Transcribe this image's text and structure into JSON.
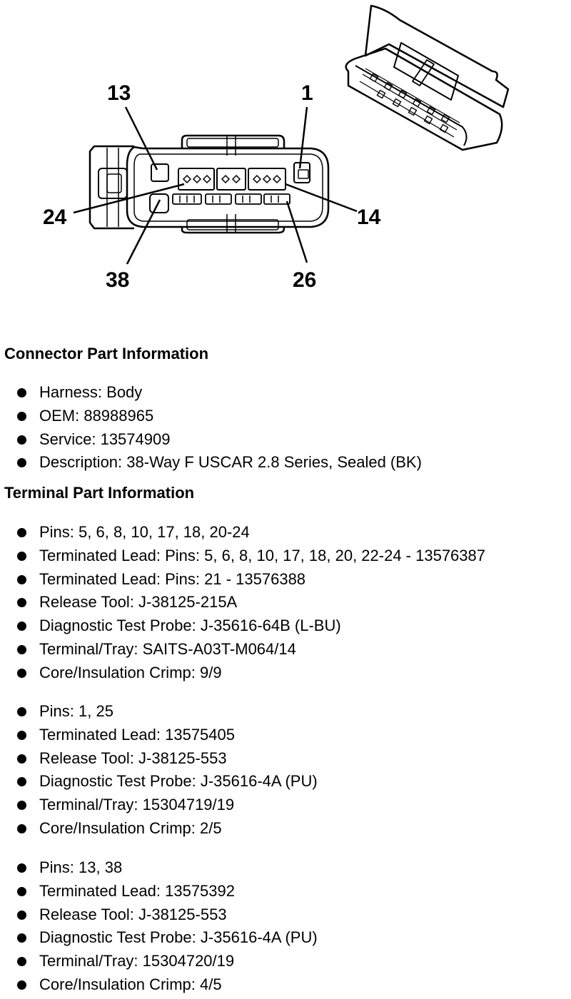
{
  "diagram": {
    "pin_callouts": {
      "pin_13": "13",
      "pin_1": "1",
      "pin_24": "24",
      "pin_14": "14",
      "pin_38": "38",
      "pin_26": "26"
    }
  },
  "connector_info": {
    "heading": "Connector Part Information",
    "items": [
      "Harness: Body",
      "OEM: 88988965",
      "Service: 13574909",
      "Description: 38-Way F USCAR 2.8 Series, Sealed (BK)"
    ]
  },
  "terminal_info": {
    "heading": "Terminal Part Information",
    "groups": [
      {
        "items": [
          "Pins: 5, 6, 8, 10, 17, 18, 20-24",
          "Terminated Lead: Pins: 5, 6, 8, 10, 17, 18, 20, 22-24 - 13576387",
          "Terminated Lead: Pins: 21 - 13576388",
          "Release Tool: J-38125-215A",
          "Diagnostic Test Probe: J-35616-64B (L-BU)",
          "Terminal/Tray: SAITS-A03T-M064/14",
          "Core/Insulation Crimp: 9/9"
        ]
      },
      {
        "items": [
          "Pins: 1, 25",
          "Terminated Lead: 13575405",
          "Release Tool: J-38125-553",
          "Diagnostic Test Probe: J-35616-4A (PU)",
          "Terminal/Tray: 15304719/19",
          "Core/Insulation Crimp: 2/5"
        ]
      },
      {
        "items": [
          "Pins: 13, 38",
          "Terminated Lead: 13575392",
          "Release Tool: J-38125-553",
          "Diagnostic Test Probe: J-35616-4A (PU)",
          "Terminal/Tray: 15304720/19",
          "Core/Insulation Crimp: 4/5"
        ]
      }
    ]
  }
}
